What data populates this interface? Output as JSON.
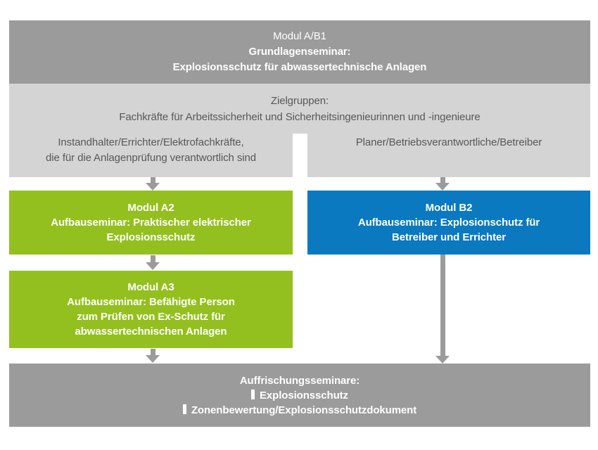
{
  "colors": {
    "dark_gray": "#9b9b9b",
    "light_gray": "#d4d4d4",
    "green": "#93c01e",
    "blue": "#0a79bf",
    "text_dark": "#58585a",
    "arrow_gray": "#9b9b9b"
  },
  "top_box": {
    "module": "Modul A/B1",
    "line2": "Grundlagenseminar:",
    "line3": "Explosionsschutz für abwassertechnische Anlagen"
  },
  "target_groups": {
    "heading": "Zielgruppen:",
    "subheading": "Fachkräfte für Arbeitssicherheit und Sicherheitsingenieurinnen und -ingenieure",
    "left": {
      "line1": "Instandhalter/Errichter/Elektrofachkräfte,",
      "line2": "die für die Anlagenprüfung verantwortlich sind"
    },
    "right": {
      "line1": "Planer/Betriebsverantwortliche/Betreiber"
    }
  },
  "module_a2": {
    "module": "Modul A2",
    "line2": "Aufbauseminar: Praktischer elektrischer",
    "line3": "Explosionsschutz"
  },
  "module_b2": {
    "module": "Modul B2",
    "line2": "Aufbauseminar: Explosionschutz für",
    "line3": "Betreiber und Errichter"
  },
  "module_a3": {
    "module": "Modul A3",
    "line2": "Aufbauseminar: Befähigte Person",
    "line3": "zum Prüfen von Ex-Schutz für",
    "line4": "abwassertechnischen Anlagen"
  },
  "refresher_box": {
    "heading": "Auffrischungsseminare:",
    "items": [
      "Explosionsschutz",
      "Zonenbewertung/Explosionsschutzdokument"
    ]
  }
}
